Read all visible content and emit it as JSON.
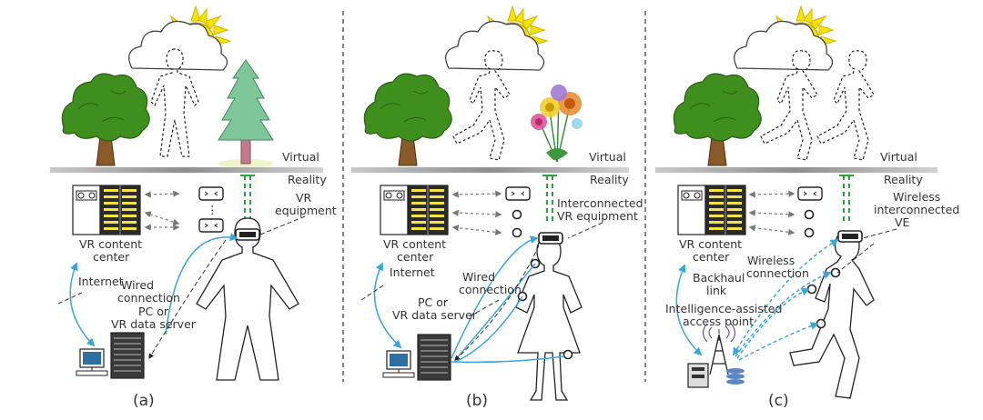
{
  "labels": {
    "virtual": "Virtual",
    "reality": "Reality",
    "vr_content_center_1": "VR content",
    "vr_content_center_2": "center",
    "internet": "Internet",
    "wired_connection_1": "Wired",
    "wired_connection_2": "connection",
    "pc_server_1": "PC or",
    "pc_server_2": "VR data server",
    "vr_equipment_1": "VR",
    "vr_equipment_2": "equipment",
    "interconnected_1": "Interconnected",
    "interconnected_2": "VR equipment",
    "wireless_ive_1": "Wireless",
    "wireless_ive_2": "interconnected",
    "wireless_ive_3": "VE",
    "wireless_connection_1": "Wireless",
    "wireless_connection_2": "connection",
    "backhaul_1": "Backhaul",
    "backhaul_2": "link",
    "access_point_1": "Intelligence-assisted",
    "access_point_2": "access point"
  },
  "captions": {
    "a": "(a)",
    "b": "(b)",
    "c": "(c)"
  },
  "colors": {
    "link_blue": "#3aa7d8",
    "tree_green": "#3f8f1e",
    "pine_green": "#7fc79a",
    "sun_yellow": "#f5e400",
    "vr_green": "#2aa43a"
  },
  "icons": [
    "sun-icon",
    "cloud-icon",
    "tree-icon",
    "pine-tree-icon",
    "flowers-icon",
    "server-rack-icon",
    "computer-icon",
    "vr-headset-icon",
    "sensor-icon",
    "access-point-icon"
  ]
}
